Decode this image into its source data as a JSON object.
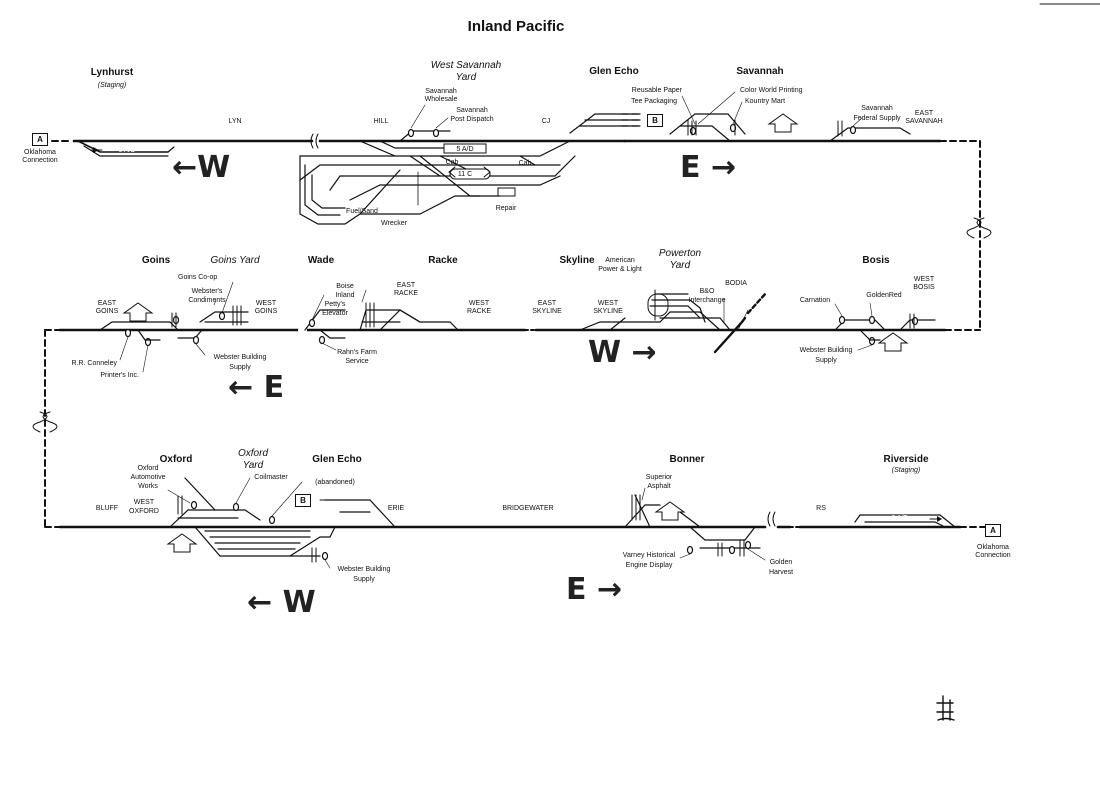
{
  "title": "Inland Pacific",
  "connections": {
    "box_a": "A",
    "box_b": "B",
    "oklahoma": "Oklahoma",
    "connection": "Connection"
  },
  "staging": {
    "lynhurst": "Lynhurst",
    "lynhurst_sub": "(Staging)",
    "riverside": "Riverside",
    "riverside_sub": "(Staging)"
  },
  "towns": {
    "glen_echo_top": "Glen Echo",
    "savannah": "Savannah",
    "goins": "Goins",
    "wade": "Wade",
    "racke": "Racke",
    "skyline": "Skyline",
    "bosis": "Bosis",
    "oxford": "Oxford",
    "glen_echo_bottom": "Glen Echo",
    "bonner": "Bonner"
  },
  "yards": {
    "west_savannah_1": "West Savannah",
    "west_savannah_2": "Yard",
    "goins_yard": "Goins Yard",
    "powerton_1": "Powerton",
    "powerton_2": "Yard",
    "oxford_1": "Oxford",
    "oxford_2": "Yard"
  },
  "stations": {
    "lyn": "LYN",
    "hill": "HILL",
    "cj": "CJ",
    "east": "EAST",
    "savannah": "SAVANNAH",
    "goins": "GOINS",
    "west": "WEST",
    "racke": "RACKE",
    "skyline": "SKYLINE",
    "bodia": "BODIA",
    "bosis": "BOSIS",
    "bluff": "BLUFF",
    "oxford": "OXFORD",
    "erie": "ERIE",
    "bridgewater": "BRIDGEWATER",
    "rs": "RS"
  },
  "tracks": {
    "lyn_8ad": "8 A/D",
    "yard_5ad": "5 A/D",
    "yard_11c": "11 C",
    "cab": "Cab",
    "rs_8ad": "8 A/D"
  },
  "industries": {
    "savannah": "Savannah",
    "wholesale": "Wholesale",
    "savannah_post": "Savannah",
    "post_dispatch": "Post Dispatch",
    "fuel_sand": "Fuel/Sand",
    "wrecker": "Wrecker",
    "repair": "Repair",
    "reusable_paper": "Reusable Paper",
    "tee_packaging": "Tee Packaging",
    "color_world": "Color World Printing",
    "kountry_mart": "Kountry Mart",
    "savannah_fed": "Savannah",
    "federal_supply": "Federal Supply",
    "goins_coop": "Goins Co-op",
    "websters": "Webster's",
    "condiments": "Condiments",
    "boise": "Boise",
    "inland": "Inland",
    "pettys": "Petty's",
    "elevator": "Elevator",
    "rahns": "Rahn's Farm",
    "service": "Service",
    "rr_conneley": "R.R. Conneley",
    "printers": "Printer's Inc.",
    "webster_bldg": "Webster Building",
    "supply": "Supply",
    "american": "American",
    "power_light": "Power & Light",
    "bo": "B&O",
    "interchange": "Interchange",
    "carnation": "Carnation",
    "goldenred": "GoldenRed",
    "webster_bldg2": "Webster Building",
    "supply2": "Supply",
    "oxford_auto": "Oxford",
    "automotive": "Automotive",
    "works": "Works",
    "coilmaster": "Coilmaster",
    "abandoned": "(abandoned)",
    "superior": "Superior",
    "asphalt": "Asphalt",
    "varney": "Varney Historical",
    "engine_display": "Engine Display",
    "golden": "Golden",
    "harvest": "Harvest",
    "webster_bldg3": "Webster Building",
    "supply3": "Supply"
  },
  "handwriting": {
    "row1_west": "←W",
    "row1_east": "E →",
    "row2_west": "W →",
    "row2_east": "← E",
    "row3_west": "← W",
    "row3_east": "E →"
  }
}
